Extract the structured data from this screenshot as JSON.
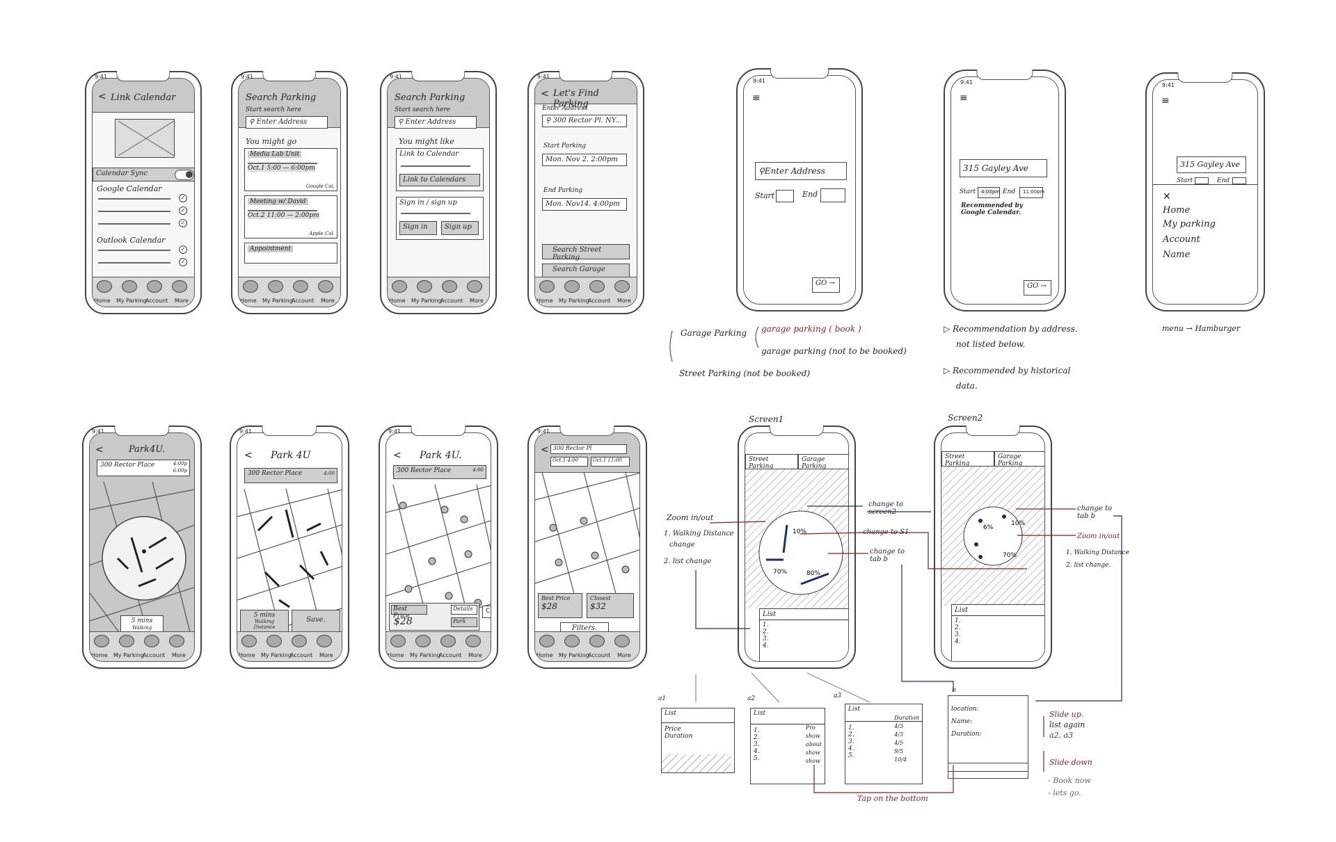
{
  "status_time": "9:41",
  "tab_labels": [
    "Home",
    "My Parking",
    "Account",
    "More"
  ],
  "s1": {
    "title": "Link Calendar",
    "sync_label": "Calendar Sync",
    "google": "Google Calendar",
    "outlook": "Outlook Calendar"
  },
  "s2": {
    "title": "Search Parking",
    "start": "Start search here",
    "search": "Enter Address",
    "might": "You might go",
    "c1_title": "Media Lab Unit",
    "c1_time": "Oct.1 5:00 — 6:00pm",
    "c1_src": "Google Cal.",
    "c2_title": "Meeting w/ David",
    "c2_time": "Oct.2 11:00 — 2:00pm",
    "c2_src": "Apple Cal.",
    "c3_title": "Appointment"
  },
  "s3": {
    "title": "Search Parking",
    "start": "Start search here",
    "search": "Enter Address",
    "might": "You might like",
    "link": "Link to Calendar",
    "link_btn": "Link to Calendars",
    "sign": "Sign in / sign up",
    "signin": "Sign in",
    "signup": "Sign up"
  },
  "s4": {
    "title": "Let's Find Parking",
    "addr_label": "Enter Address",
    "addr": "300 Rector Pl. NY...",
    "start_label": "Start Parking",
    "start": "Mon. Nov 2. 2:00pm",
    "end_label": "End Parking",
    "end": "Mon. Nov14. 4:00pm",
    "btn1": "Search Street Parking",
    "btn2": "Search Garage"
  },
  "s5": {
    "address": "Enter Address",
    "start": "Start",
    "end": "End",
    "go": "GO →"
  },
  "s6": {
    "address": "315 Gayley Ave",
    "start": "Start",
    "start_val": "4:00pm",
    "end": "End",
    "end_val": "11:00pm",
    "rec": "Recommended by Google Calendar.",
    "go": "GO →"
  },
  "s7": {
    "address": "315 Gayley Ave",
    "start": "Start",
    "end": "End",
    "close": "✕",
    "menu": [
      "Home",
      "My parking",
      "Account",
      "Name"
    ]
  },
  "notes_top": {
    "garage": "Garage Parking",
    "g1": "garage parking ( book )",
    "g2": "garage parking (not to be booked)",
    "street": "Street Parking (not be booked)",
    "rec1": "Recommendation by address.",
    "rec1b": "not listed below.",
    "rec2": "Recommended by historical",
    "rec2b": "data.",
    "menu": "menu → Hamburger"
  },
  "m1": {
    "title": "Park4U.",
    "addr": "300 Rector Place",
    "t1": "4:00p",
    "t2": "6:00p",
    "walk": "5 mins",
    "walk2": "Walking Distance"
  },
  "m2": {
    "title": "Park 4U",
    "addr": "300 Rector Place",
    "t": "4:00",
    "walk": "5 mins",
    "walk2": "Walking Distance",
    "save": "Save."
  },
  "m3": {
    "title": "Park 4U.",
    "addr": "300 Rector Place",
    "t": "4:00",
    "best": "Best Price",
    "price": "$28",
    "details": "Details",
    "park": "Park",
    "close": "Clos"
  },
  "m4": {
    "addr": "300 Rector Pl",
    "d1": "Oct.1 4:00",
    "d2": "Oct.1 11:00",
    "best": "Best Price",
    "best_v": "$28",
    "closest": "Closest",
    "closest_v": "$32",
    "filters": "Filters."
  },
  "sk1": {
    "label": "Screen1",
    "tab1": "Street Parking",
    "tab2": "Garage Parking",
    "list": "List",
    "items": [
      "1.",
      "2.",
      "3.",
      "4."
    ],
    "p1": "10%",
    "p2": "70%",
    "p3": "80%"
  },
  "sk2": {
    "label": "Screen2",
    "tab1": "Street Parking",
    "tab2": "Garage Parking",
    "list": "List",
    "items": [
      "1.",
      "2.",
      "3.",
      "4."
    ],
    "p1": "6%",
    "p2": "10%",
    "p3": "70%"
  },
  "annot": {
    "zoom": "Zoom in/out",
    "walk": "1. Walking Distance",
    "walk2": "change",
    "list": "2. list change",
    "to2": "change to",
    "to2b": "screen2",
    "to1": "change to S1",
    "tab": "change to",
    "tabb": "tab b",
    "r_tab": "change to",
    "r_tabb": "tab b",
    "r_zoom": "Zoom in/out",
    "r_walk": "1. Walking Distance",
    "r_list": "2. list change."
  },
  "bottom": {
    "a1": "a1",
    "a2": "a2",
    "a3": "a3",
    "b": "b",
    "list": "List",
    "a1_rows": [
      "Price",
      "Duration"
    ],
    "a2_rows": [
      "1.",
      "2.",
      "3.",
      "4.",
      "5."
    ],
    "a2_right": [
      "Pro",
      "show",
      "about",
      "show",
      "show"
    ],
    "a3_rows": [
      "1.",
      "2.",
      "3.",
      "4.",
      "5."
    ],
    "a3_right": [
      "Duration",
      "4/3",
      "4/3",
      "4/5",
      "9/5",
      "10/4"
    ],
    "b_rows": [
      "location:",
      "Name:",
      "Duration:"
    ],
    "tap": "Tap on the bottom",
    "slide_up": "Slide up.",
    "slide_up2": "list again",
    "slide_up3": "a2, a3",
    "slide_down": "Slide down",
    "book": "- Book now",
    "lets": "- lets go."
  }
}
